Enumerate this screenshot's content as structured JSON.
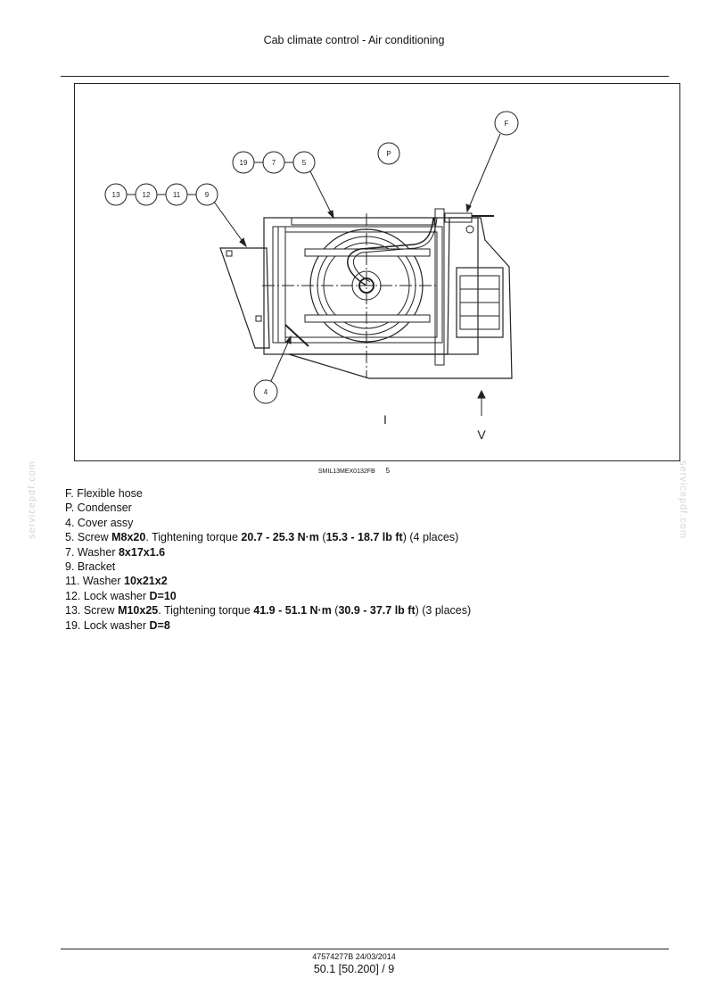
{
  "header": {
    "title": "Cab climate control - Air conditioning"
  },
  "figure": {
    "callouts": {
      "c13": "13",
      "c12": "12",
      "c11": "11",
      "c9": "9",
      "c19": "19",
      "c7": "7",
      "c5": "5",
      "cP": "P",
      "cF": "F",
      "c4": "4"
    },
    "view_letters": {
      "i": "I",
      "v": "V"
    },
    "caption_code": "SMIL13MEX0132FB",
    "caption_number": "5"
  },
  "legend": [
    {
      "parts": [
        {
          "t": "F. Flexible hose"
        }
      ]
    },
    {
      "parts": [
        {
          "t": "P. Condenser"
        }
      ]
    },
    {
      "parts": [
        {
          "t": "4.  Cover assy"
        }
      ]
    },
    {
      "parts": [
        {
          "t": "5.  Screw "
        },
        {
          "t": "M8x20",
          "b": true
        },
        {
          "t": ".  Tightening torque "
        },
        {
          "t": "20.7 - 25.3 N·m",
          "b": true
        },
        {
          "t": " ("
        },
        {
          "t": "15.3 - 18.7 lb ft",
          "b": true
        },
        {
          "t": ") (4 places)"
        }
      ]
    },
    {
      "parts": [
        {
          "t": "7.  Washer "
        },
        {
          "t": "8x17x1.6",
          "b": true
        }
      ]
    },
    {
      "parts": [
        {
          "t": "9.  Bracket"
        }
      ]
    },
    {
      "parts": [
        {
          "t": "11.  Washer "
        },
        {
          "t": "10x21x2",
          "b": true
        }
      ]
    },
    {
      "parts": [
        {
          "t": "12.  Lock washer "
        },
        {
          "t": "D=10",
          "b": true
        }
      ]
    },
    {
      "parts": [
        {
          "t": "13.  Screw "
        },
        {
          "t": "M10x25",
          "b": true
        },
        {
          "t": ".  Tightening torque "
        },
        {
          "t": "41.9 - 51.1 N·m",
          "b": true
        },
        {
          "t": " ("
        },
        {
          "t": "30.9 - 37.7 lb ft",
          "b": true
        },
        {
          "t": ") (3 places)"
        }
      ]
    },
    {
      "parts": [
        {
          "t": "19.  Lock washer "
        },
        {
          "t": "D=8",
          "b": true
        }
      ]
    }
  ],
  "watermark": {
    "text": "servicepdf.com"
  },
  "footer": {
    "doc_ref": "47574277B 24/03/2014",
    "page": "50.1 [50.200] / 9"
  }
}
